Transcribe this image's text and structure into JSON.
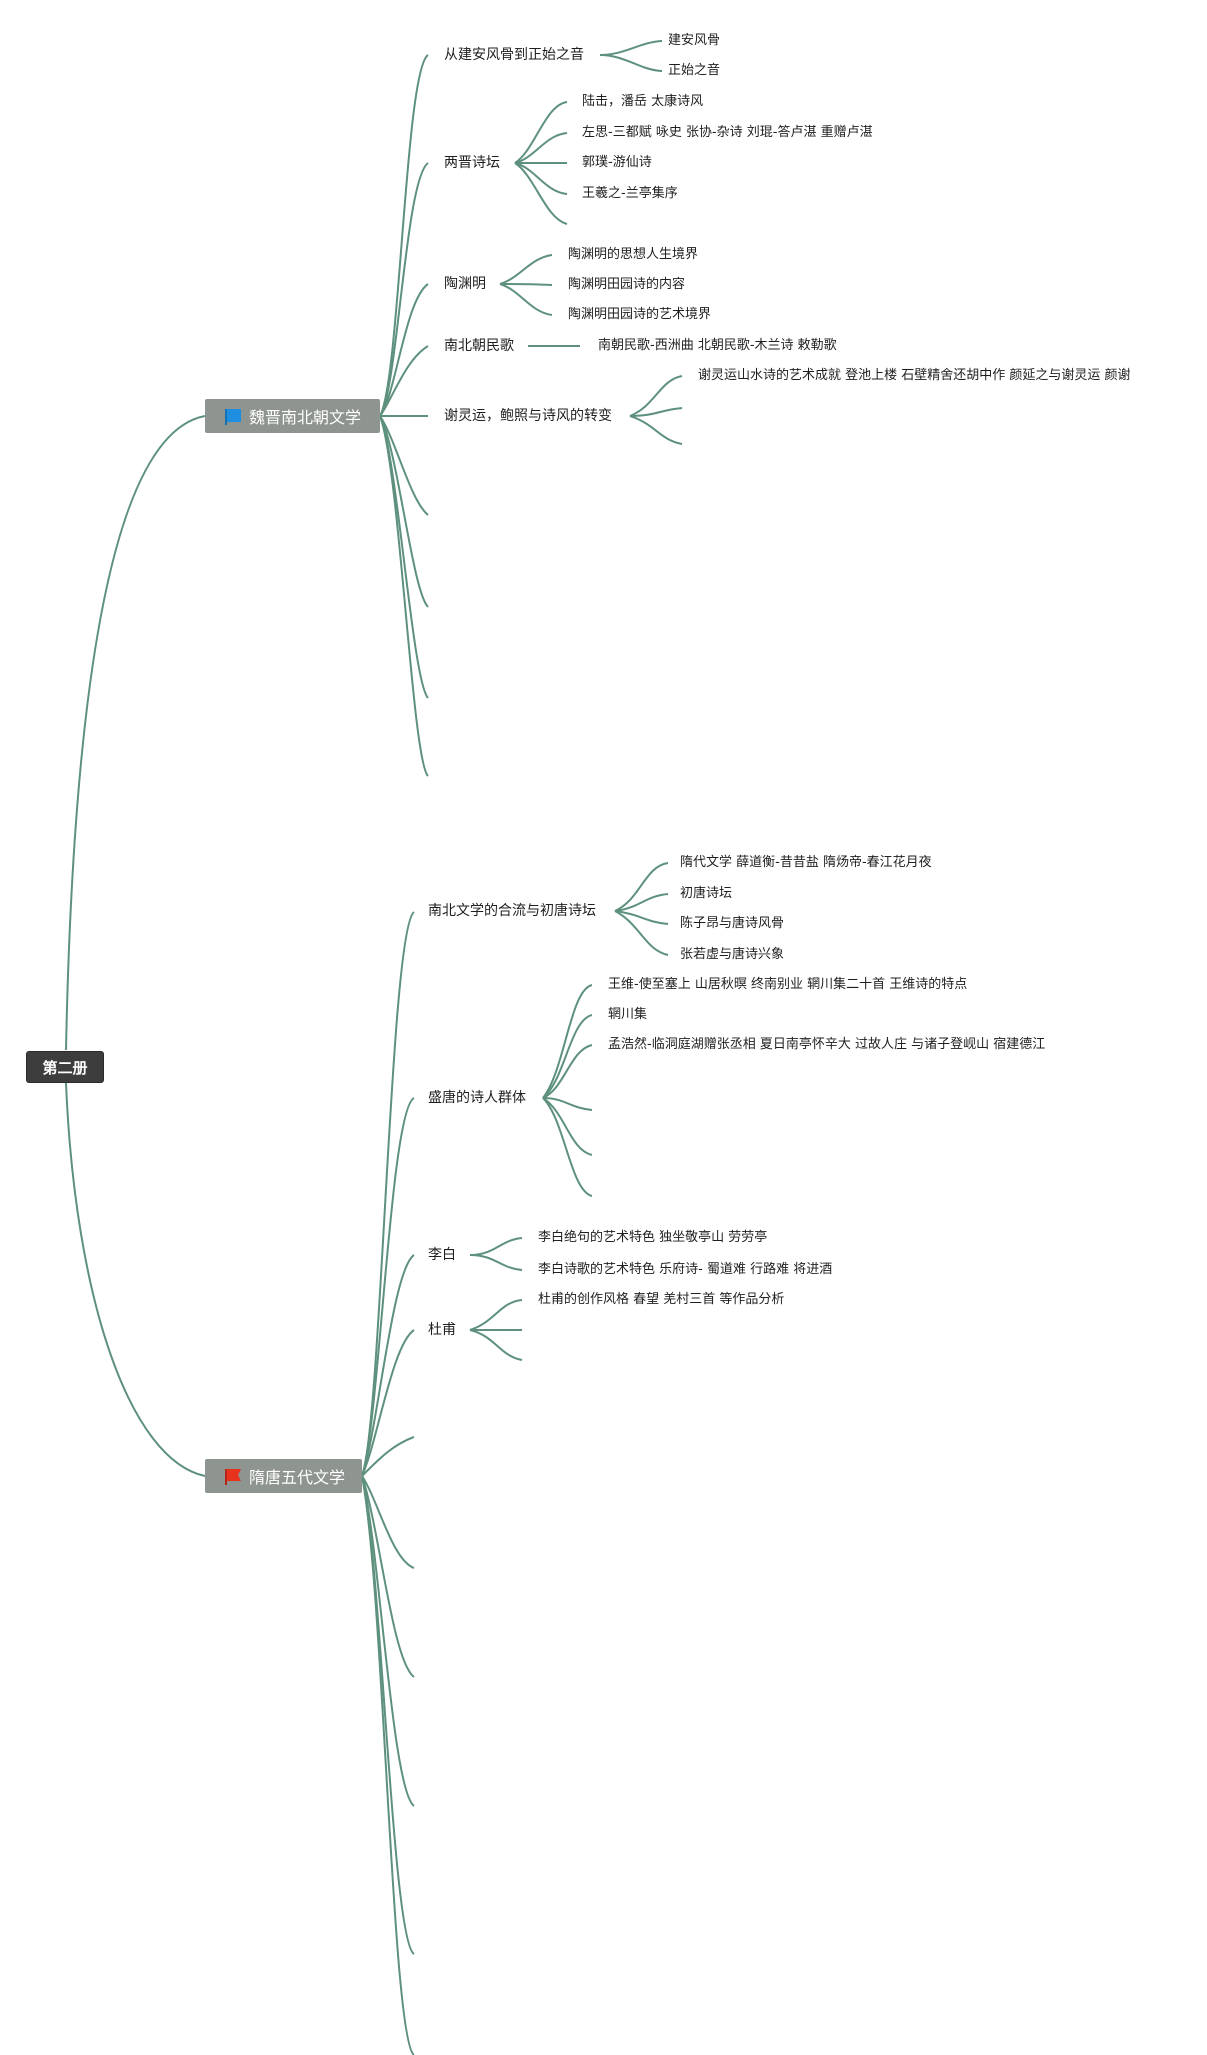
{
  "root": {
    "label": "第二册"
  },
  "branch_a": {
    "label": "魏晋南北朝文学",
    "flag_icon": "blue-flag-icon",
    "flag_color": "#1e8fe0",
    "children": [
      {
        "label": "从建安风骨到正始之音",
        "children": [
          "建安风骨",
          "正始之音"
        ]
      },
      {
        "label": "两晋诗坛",
        "children": [
          "陆击，潘岳 太康诗风",
          "左思-三都赋 咏史 张协-杂诗 刘琨-答卢湛 重赠卢湛",
          "郭璞-游仙诗",
          "王羲之-兰亭集序"
        ]
      },
      {
        "label": "陶渊明",
        "children": [
          "陶渊明的思想人生境界",
          "陶渊明田园诗的内容",
          "陶渊明田园诗的艺术境界"
        ]
      },
      {
        "label": "南北朝民歌",
        "children": [
          "南朝民歌-西洲曲 北朝民歌-木兰诗 敕勒歌"
        ]
      },
      {
        "label": "谢灵运，鲍照与诗风的转变",
        "children": [
          "谢灵运山水诗的艺术成就 登池上楼 石壁精舍还胡中作 颜延之与谢灵运 颜谢"
        ]
      }
    ]
  },
  "branch_b": {
    "label": "隋唐五代文学",
    "flag_icon": "red-flag-icon",
    "flag_color": "#e8321e",
    "children": [
      {
        "label": "南北文学的合流与初唐诗坛",
        "children": [
          "隋代文学 薛道衡-昔昔盐 隋炀帝-春江花月夜",
          "初唐诗坛",
          "陈子昂与唐诗风骨",
          "张若虚与唐诗兴象"
        ]
      },
      {
        "label": "盛唐的诗人群体",
        "children": [
          "王维-使至塞上 山居秋暝 终南别业 辋川集二十首 王维诗的特点",
          "辋川集",
          "孟浩然-临洞庭湖赠张丞相 夏日南亭怀辛大 过故人庄 与诸子登岘山 宿建德江"
        ]
      },
      {
        "label": "李白",
        "children": [
          "李白绝句的艺术特色 独坐敬亭山 劳劳亭",
          "李白诗歌的艺术特色 乐府诗- 蜀道难 行路难 将进酒"
        ]
      },
      {
        "label": "杜甫",
        "children": [
          "杜甫的创作风格 春望 羌村三首 等作品分析"
        ]
      }
    ]
  }
}
